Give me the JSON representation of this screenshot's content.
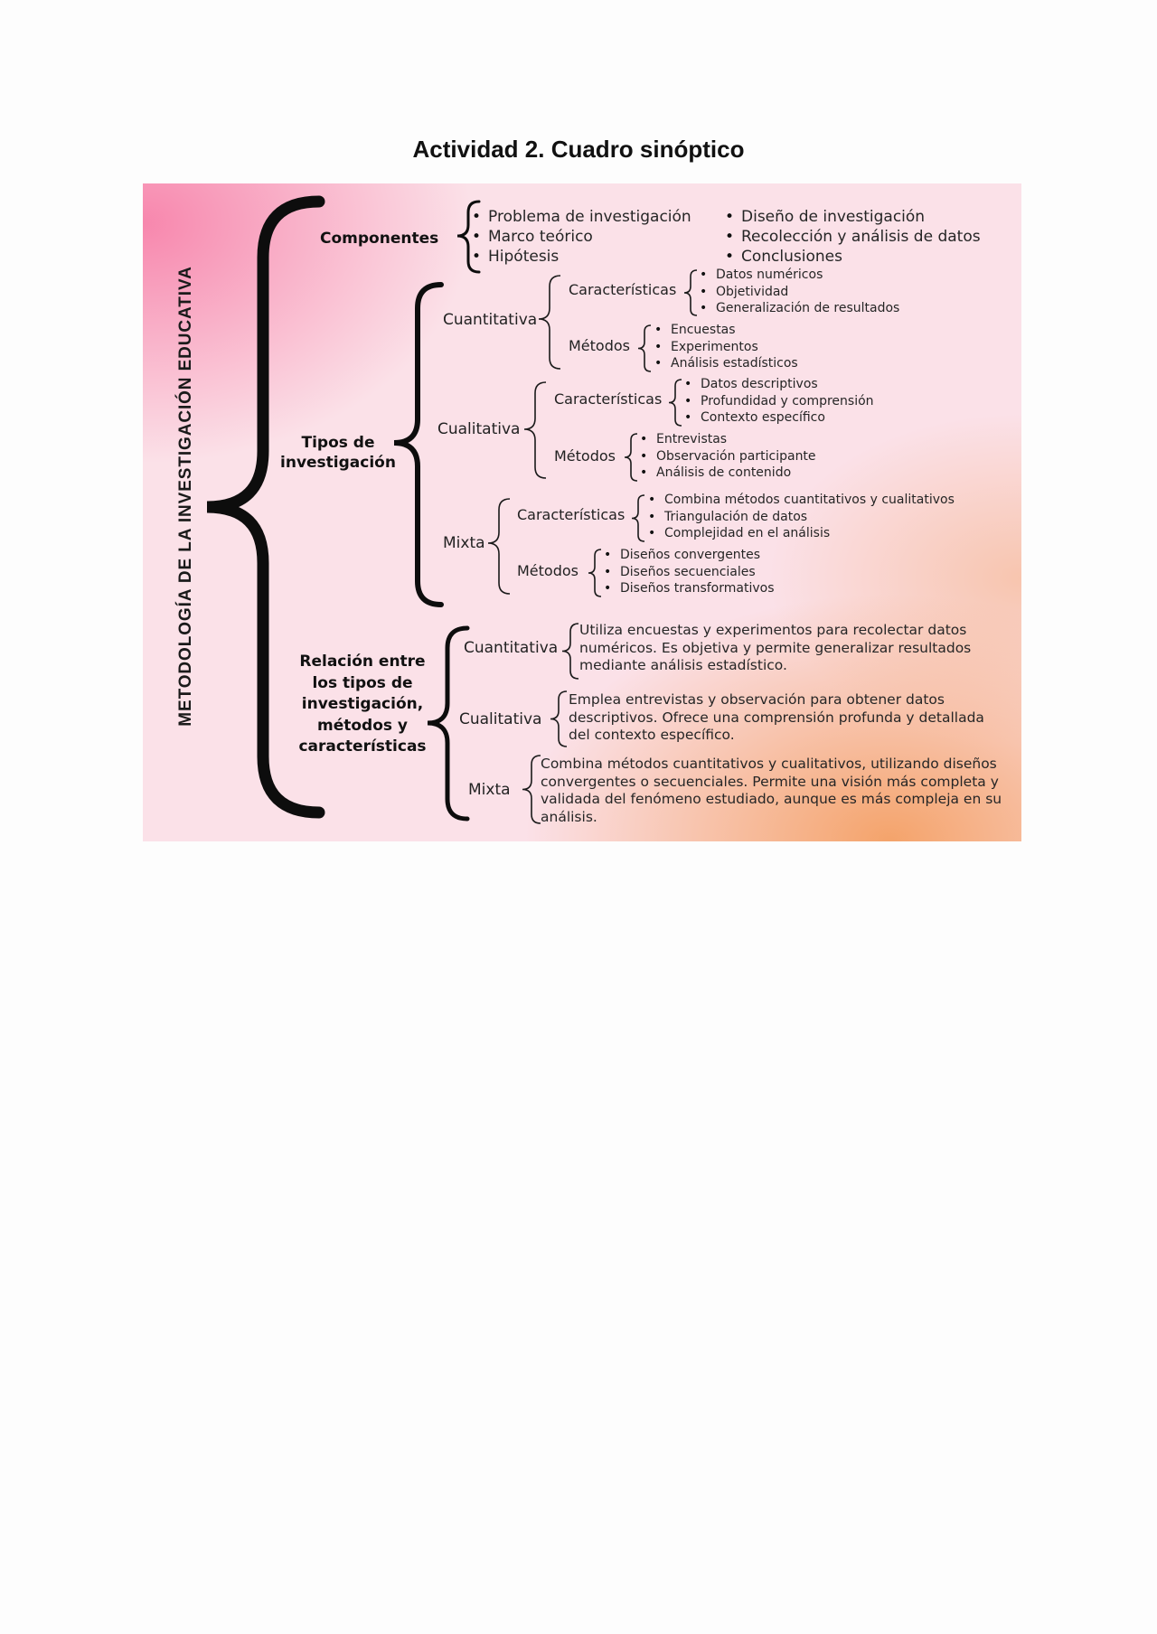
{
  "page": {
    "title": "Actividad 2. Cuadro sinóptico"
  },
  "diagram": {
    "root": "METODOLOGÍA DE LA INVESTIGACIÓN EDUCATIVA",
    "componentes": {
      "label": "Componentes",
      "items_left": [
        "Problema de investigación",
        "Marco teórico",
        "Hipótesis"
      ],
      "items_right": [
        "Diseño de investigación",
        "Recolección y análisis de datos",
        "Conclusiones"
      ]
    },
    "tipos": {
      "label": "Tipos de investigación",
      "cuantitativa": {
        "label": "Cuantitativa",
        "caracteristicas_label": "Características",
        "caracteristicas": [
          "Datos numéricos",
          "Objetividad",
          "Generalización de resultados"
        ],
        "metodos_label": "Métodos",
        "metodos": [
          "Encuestas",
          "Experimentos",
          "Análisis estadísticos"
        ]
      },
      "cualitativa": {
        "label": "Cualitativa",
        "caracteristicas_label": "Características",
        "caracteristicas": [
          "Datos descriptivos",
          "Profundidad y comprensión",
          "Contexto específico"
        ],
        "metodos_label": "Métodos",
        "metodos": [
          "Entrevistas",
          "Observación participante",
          "Análisis de contenido"
        ]
      },
      "mixta": {
        "label": "Mixta",
        "caracteristicas_label": "Características",
        "caracteristicas": [
          "Combina métodos cuantitativos y cualitativos",
          "Triangulación de datos",
          "Complejidad en el análisis"
        ],
        "metodos_label": "Métodos",
        "metodos": [
          "Diseños convergentes",
          "Diseños secuenciales",
          "Diseños transformativos"
        ]
      }
    },
    "relacion": {
      "label": "Relación entre los tipos de investigación, métodos y características",
      "cuantitativa": {
        "label": "Cuantitativa",
        "text": "Utiliza encuestas y experimentos para recolectar datos numéricos. Es objetiva y permite generalizar resultados mediante análisis estadístico."
      },
      "cualitativa": {
        "label": "Cualitativa",
        "text": "Emplea entrevistas y observación para obtener datos descriptivos. Ofrece una comprensión profunda y detallada del contexto específico."
      },
      "mixta": {
        "label": "Mixta",
        "text": "Combina métodos cuantitativos y cualitativos, utilizando diseños convergentes o secuenciales. Permite una visión más completa y validada del fenómeno estudiado, aunque es más compleja en su análisis."
      }
    }
  }
}
